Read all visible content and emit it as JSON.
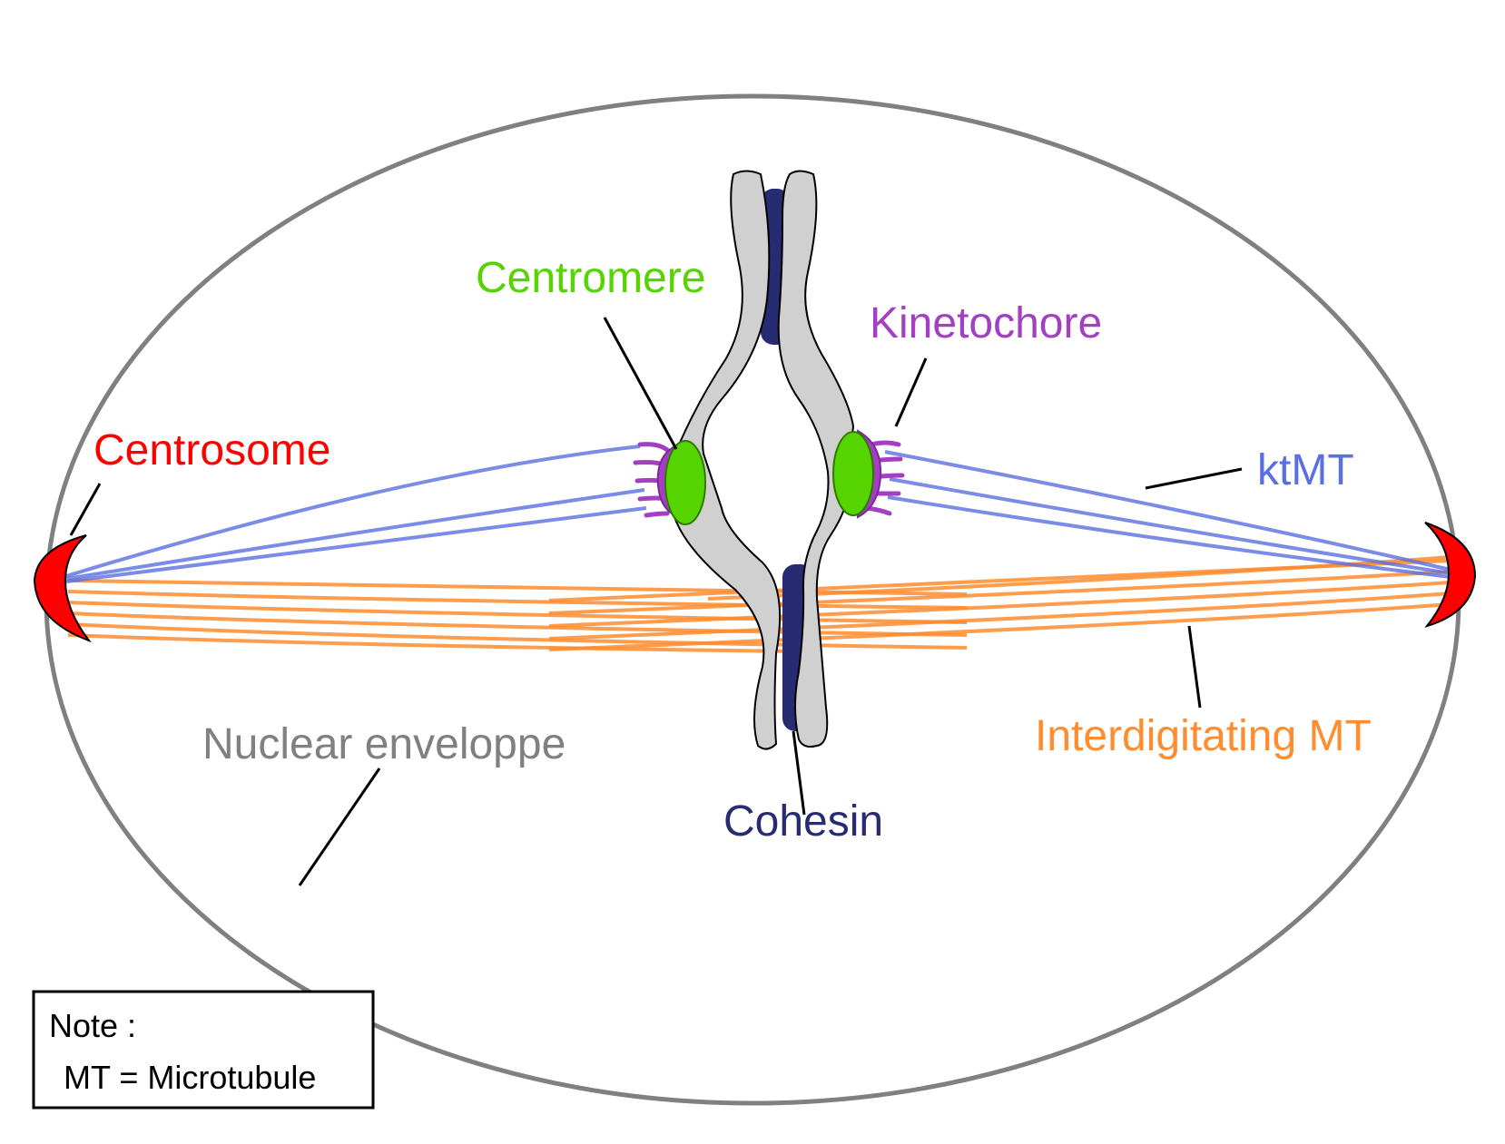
{
  "labels": {
    "centromere": "Centromere",
    "kinetochore": "Kinetochore",
    "centrosome": "Centrosome",
    "ktmt": "ktMT",
    "nuclear_envelope": "Nuclear enveloppe",
    "cohesin": "Cohesin",
    "interdigitating_mt": "Interdigitating MT"
  },
  "note": {
    "title": "Note :",
    "text": "MT = Microtubule"
  },
  "colors": {
    "centromere": "#55d400",
    "kinetochore": "#a43fc4",
    "centrosome": "#ff0000",
    "ktmt": "#5a6fe0",
    "nuclear_envelope": "#808080",
    "cohesin": "#262b72",
    "interdigitating_mt": "#ff8c2e",
    "chromatid": "#d0d0d0"
  }
}
